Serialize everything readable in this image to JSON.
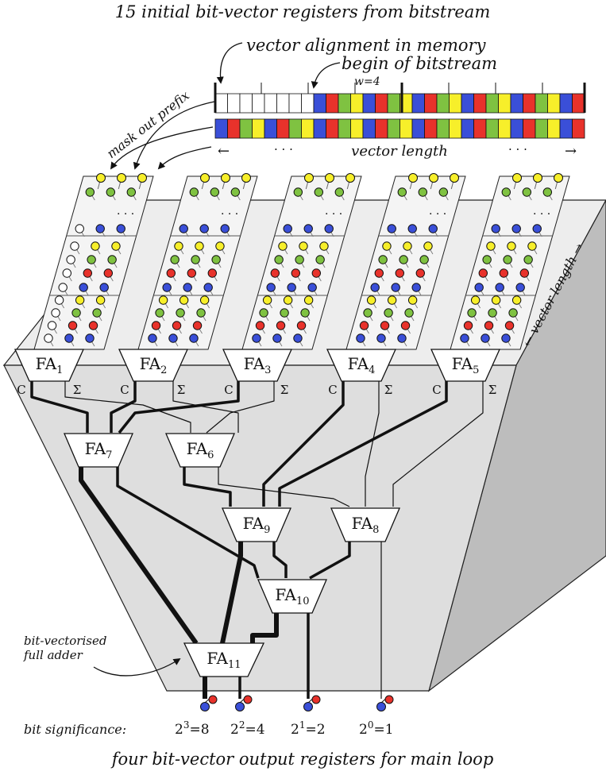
{
  "title_top": "15 initial bit-vector registers from bitstream",
  "title_bottom": "four bit-vector output registers for main loop",
  "annotations": {
    "vector_alignment": "vector alignment in memory",
    "begin_bitstream": "begin of bitstream",
    "word_width": "w=4",
    "mask_prefix": "mask out prefix",
    "vector_length_left": "←",
    "vector_length_dots_left": "· · ·",
    "vector_length": "vector length",
    "vector_length_dots_right": "· · ·",
    "vector_length_right": "→",
    "vector_length_side": "← vector length →",
    "register_dots": "· · ·",
    "full_adder_note_line1": "bit-vectorised",
    "full_adder_note_line2": "full adder"
  },
  "bit_colors": {
    "blue": "#3a4fd8",
    "red": "#e8322b",
    "green": "#7fc241",
    "yellow": "#f7ef2a",
    "empty": "#ffffff"
  },
  "ports": {
    "carry": "C",
    "sum": "Σ"
  },
  "full_adders": [
    {
      "id": "FA1",
      "base": "FA",
      "sub": "1"
    },
    {
      "id": "FA2",
      "base": "FA",
      "sub": "2"
    },
    {
      "id": "FA3",
      "base": "FA",
      "sub": "3"
    },
    {
      "id": "FA4",
      "base": "FA",
      "sub": "4"
    },
    {
      "id": "FA5",
      "base": "FA",
      "sub": "5"
    },
    {
      "id": "FA6",
      "base": "FA",
      "sub": "6"
    },
    {
      "id": "FA7",
      "base": "FA",
      "sub": "7"
    },
    {
      "id": "FA8",
      "base": "FA",
      "sub": "8"
    },
    {
      "id": "FA9",
      "base": "FA",
      "sub": "9"
    },
    {
      "id": "FA10",
      "base": "FA",
      "sub": "10"
    },
    {
      "id": "FA11",
      "base": "FA",
      "sub": "11"
    }
  ],
  "significance": {
    "label": "bit significance:",
    "outputs": [
      {
        "base": "2",
        "exp": "3",
        "value": "=8"
      },
      {
        "base": "2",
        "exp": "2",
        "value": "=4"
      },
      {
        "base": "2",
        "exp": "1",
        "value": "=2"
      },
      {
        "base": "2",
        "exp": "0",
        "value": "=1"
      }
    ]
  }
}
